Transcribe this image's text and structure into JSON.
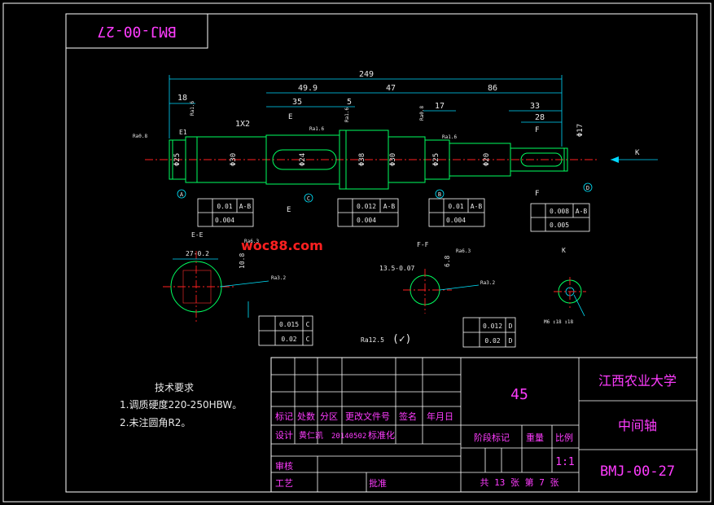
{
  "drawing_number_stamp": "BMJ-00-27",
  "watermark": "woc88.com",
  "dimensions": {
    "total_length": "249",
    "d_18": "18",
    "d_1x2": "1X2",
    "d_49_9": "49.9",
    "d_35": "35",
    "d_5": "5",
    "d_47": "47",
    "d_86": "86",
    "d_17": "17",
    "d_33": "33",
    "d_28": "28",
    "dia_30_a": "Φ30",
    "dia_38": "Φ38",
    "dia_30_b": "Φ30",
    "dia_20": "Φ20",
    "dia_25_a": "Φ25",
    "dia_25_b": "Φ25",
    "dia_24": "Φ24",
    "dia_17": "Φ17"
  },
  "section_labels": {
    "E_top": "E",
    "E_bottom": "E",
    "F_top": "F",
    "F_bottom": "F",
    "K_arrow": "K",
    "EE": "E-E",
    "FF": "F-F",
    "K_view": "K"
  },
  "datums": [
    "A",
    "C",
    "B",
    "D"
  ],
  "tolerance_frames": [
    {
      "row1": [
        "0.01",
        "A-B"
      ],
      "row2": [
        "0.004"
      ]
    },
    {
      "row1": [
        "0.012",
        "A-B"
      ],
      "row2": [
        "0.004"
      ]
    },
    {
      "row1": [
        "0.01",
        "A-B"
      ],
      "row2": [
        "0.004"
      ]
    },
    {
      "row1": [
        "0.008",
        "A-B"
      ],
      "row2": [
        "0.005"
      ]
    }
  ],
  "section_EE": {
    "width_dim": "27-0.2",
    "depth_dim": "10.8",
    "roughness1": "Ra6.3",
    "roughness2": "Ra3.2",
    "tol1": [
      "0.015",
      "C"
    ],
    "tol2": [
      "0.02",
      "C"
    ]
  },
  "section_FF": {
    "width_dim": "13.5-0.07",
    "depth_dim": "6.8",
    "roughness1": "Ra6.3",
    "roughness2": "Ra3.2",
    "tol1": [
      "0.012",
      "D"
    ],
    "tol2": [
      "0.02",
      "D"
    ]
  },
  "k_view_note": "M6 ↧18  ↧18",
  "general_roughness": "Ra12.5",
  "general_roughness_sym": "(✓)",
  "roughness_marks": [
    "Ra0.8",
    "Ra1.6",
    "Ra1.6",
    "Ra0.8",
    "Ra1.6",
    "Ra1.6"
  ],
  "tech_req": {
    "title": "技术要求",
    "item1": "1.调质硬度220-250HBW。",
    "item2": "2.未注圆角R2。"
  },
  "title_block": {
    "material": "45",
    "school": "江西农业大学",
    "part_name": "中间轴",
    "drawing_no": "BMJ-00-27",
    "col_mark": "标记",
    "col_count": "处数",
    "col_zone": "分区",
    "col_docno": "更改文件号",
    "col_sign": "签名",
    "col_date": "年月日",
    "design_label": "设计",
    "designer": "黄仁凯",
    "design_date": "20140502",
    "standardize": "标准化",
    "stage_mark": "阶段标记",
    "weight": "重量",
    "scale": "比例",
    "scale_value": "1:1",
    "review": "审核",
    "process": "工艺",
    "approve": "批准",
    "sheets": "共 13 张 第 7 张"
  }
}
